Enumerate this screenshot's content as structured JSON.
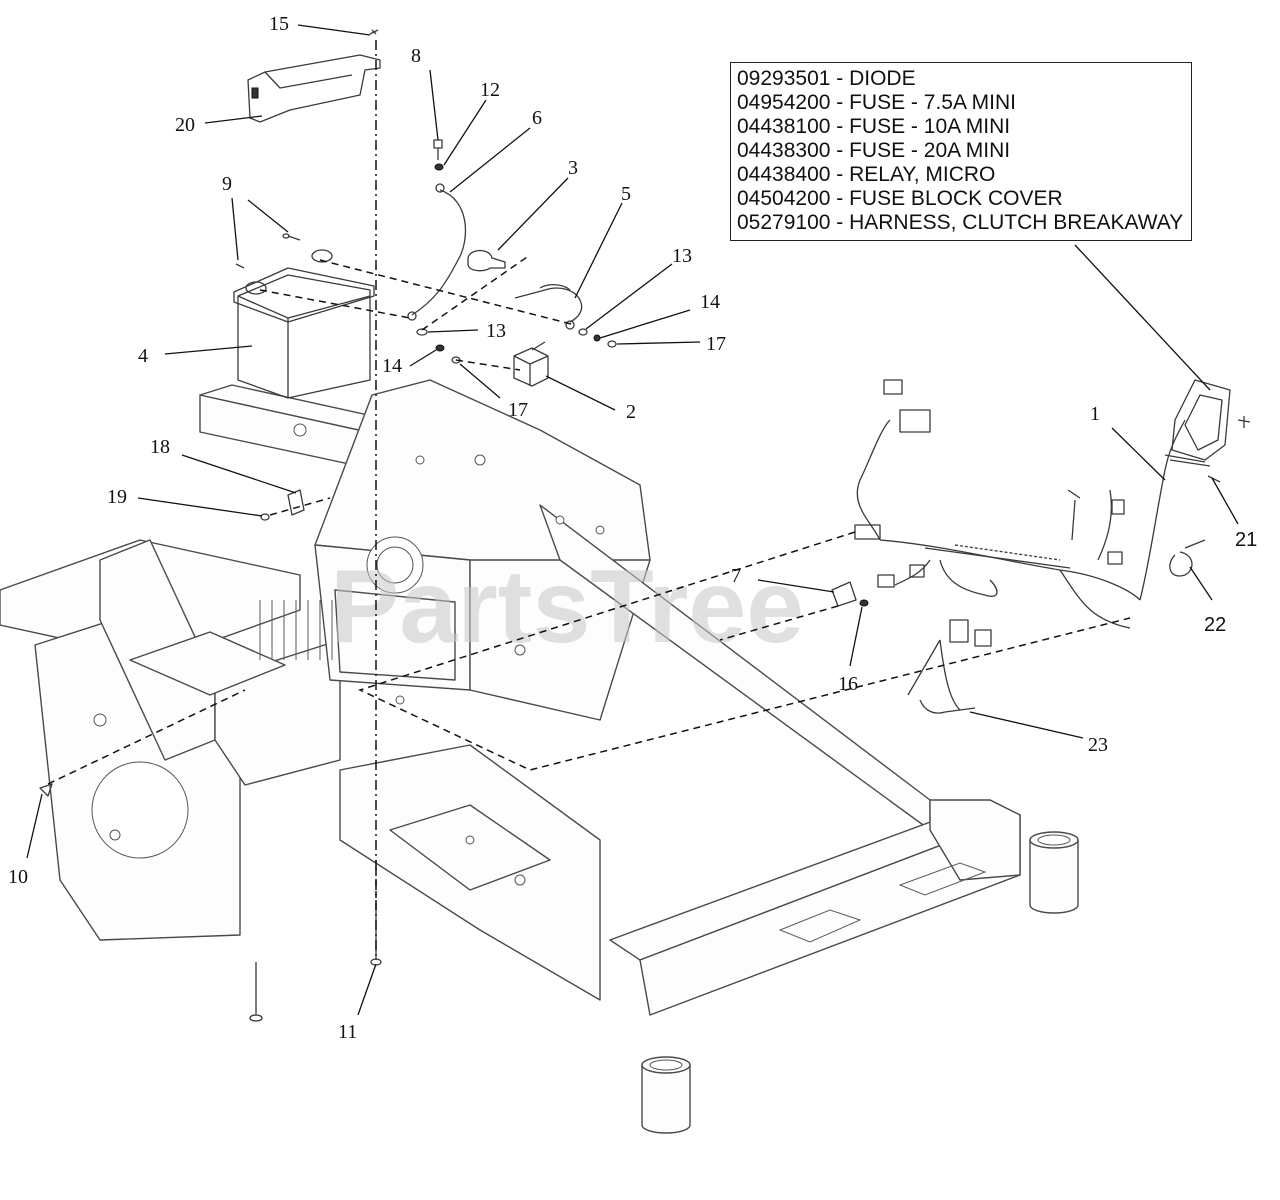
{
  "parts_table": {
    "rows": [
      "09293501 - DIODE",
      "04954200 - FUSE - 7.5A MINI",
      "04438100 - FUSE - 10A MINI",
      "04438300 - FUSE - 20A MINI",
      "04438400 - RELAY, MICRO",
      "04504200 - FUSE BLOCK COVER",
      "05279100 - HARNESS, CLUTCH BREAKAWAY"
    ]
  },
  "callouts": {
    "c1": "1",
    "c2": "2",
    "c3": "3",
    "c4": "4",
    "c5": "5",
    "c6": "6",
    "c7": "7",
    "c8": "8",
    "c9": "9",
    "c10": "10",
    "c11": "11",
    "c12": "12",
    "c13a": "13",
    "c13b": "13",
    "c14a": "14",
    "c14b": "14",
    "c15": "15",
    "c16": "16",
    "c17a": "17",
    "c17b": "17",
    "c18": "18",
    "c19": "19",
    "c20": "20",
    "c21": "21",
    "c22": "22",
    "c23": "23"
  },
  "watermark": "PartsTree"
}
